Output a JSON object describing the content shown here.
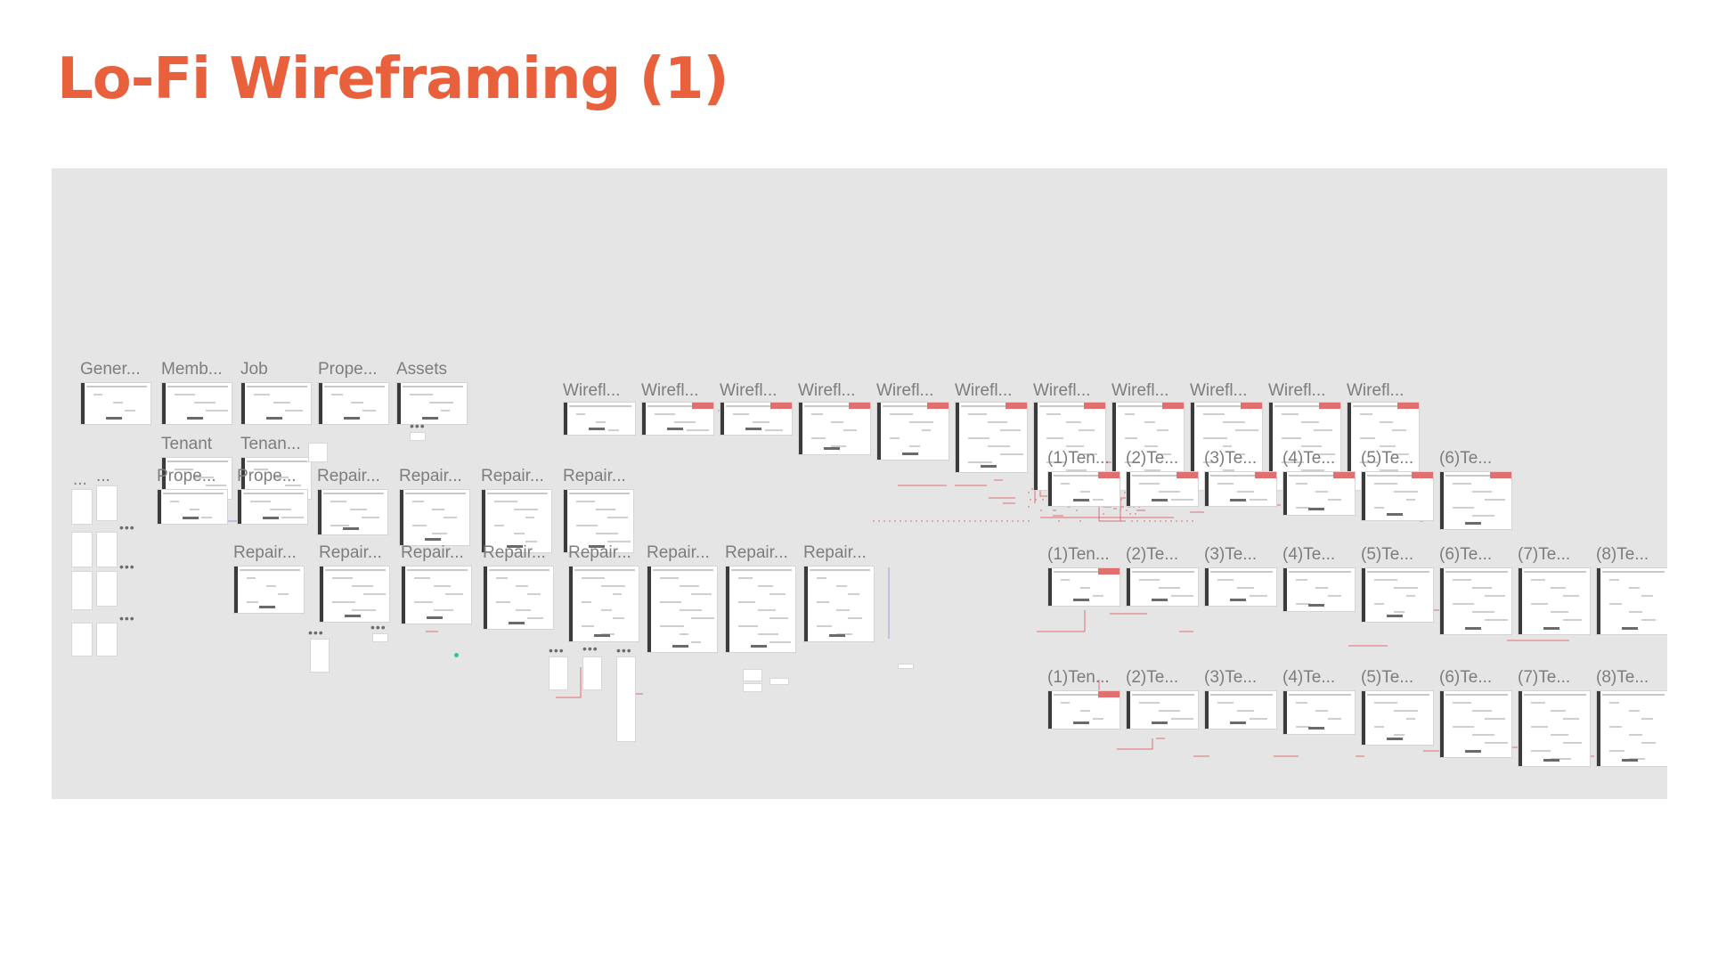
{
  "slide": {
    "title": "Lo-Fi Wireframing (1)"
  },
  "colors": {
    "title": "#e8603c",
    "canvas": "#e5e5e5",
    "annotation_red": "#e06f6f",
    "connector_blue": "#9a9ae0",
    "node_green": "#3cc28a"
  },
  "groups": {
    "top_left": [
      "Gener...",
      "Memb...",
      "Job",
      "Prope...",
      "Assets",
      "Tenant",
      "Tenan..."
    ],
    "top_right": [
      "Wirefl...",
      "Wirefl...",
      "Wirefl...",
      "Wirefl...",
      "Wirefl...",
      "Wirefl...",
      "Wirefl...",
      "Wirefl...",
      "Wirefl...",
      "Wirefl...",
      "Wirefl..."
    ],
    "repair_row1": [
      "Prope...",
      "Prope...",
      "Repair...",
      "Repair...",
      "Repair...",
      "Repair..."
    ],
    "repair_row2": [
      "Repair...",
      "Repair...",
      "Repair...",
      "Repair...",
      "Repair...",
      "Repair...",
      "Repair...",
      "Repair..."
    ],
    "tenant_row1": [
      "(1)Ten...",
      "(2)Te...",
      "(3)Te...",
      "(4)Te...",
      "(5)Te...",
      "(6)Te..."
    ],
    "tenant_row2": [
      "(1)Ten...",
      "(2)Te...",
      "(3)Te...",
      "(4)Te...",
      "(5)Te...",
      "(6)Te...",
      "(7)Te...",
      "(8)Te..."
    ],
    "tenant_row3": [
      "(1)Ten...",
      "(2)Te...",
      "(3)Te...",
      "(4)Te...",
      "(5)Te...",
      "(6)Te...",
      "(7)Te...",
      "(8)Te..."
    ],
    "misc_labels": [
      "...",
      "..."
    ]
  }
}
